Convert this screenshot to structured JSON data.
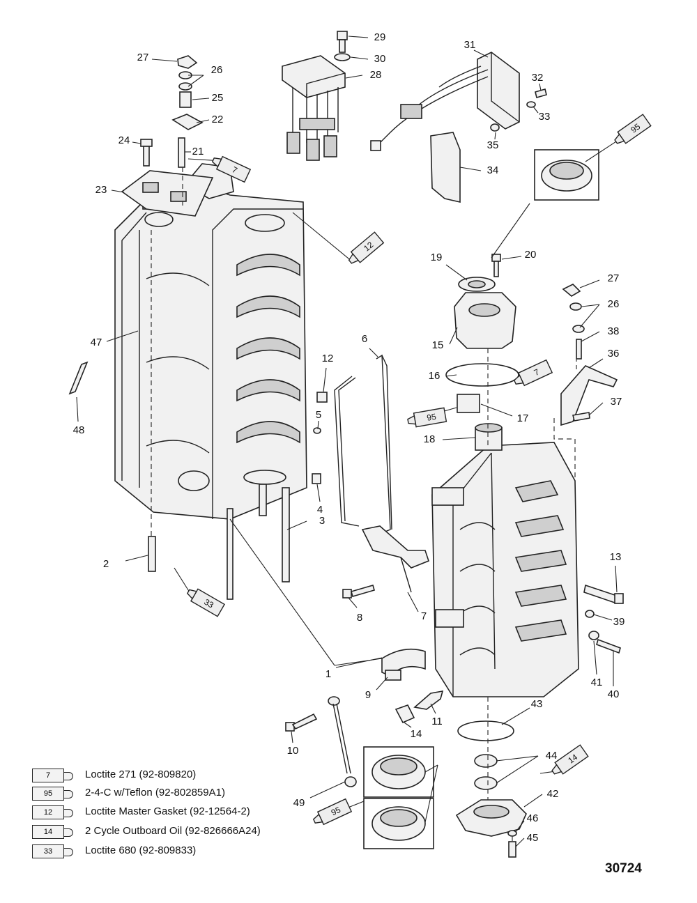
{
  "figure_number": "30724",
  "callouts": [
    {
      "id": "c1",
      "text": "1"
    },
    {
      "id": "c2",
      "text": "2"
    },
    {
      "id": "c3",
      "text": "3"
    },
    {
      "id": "c4",
      "text": "4"
    },
    {
      "id": "c5",
      "text": "5"
    },
    {
      "id": "c6",
      "text": "6"
    },
    {
      "id": "c7a",
      "text": "7"
    },
    {
      "id": "c8",
      "text": "8"
    },
    {
      "id": "c9",
      "text": "9"
    },
    {
      "id": "c10",
      "text": "10"
    },
    {
      "id": "c11",
      "text": "11"
    },
    {
      "id": "c12",
      "text": "12"
    },
    {
      "id": "c13",
      "text": "13"
    },
    {
      "id": "c14",
      "text": "14"
    },
    {
      "id": "c15",
      "text": "15"
    },
    {
      "id": "c16",
      "text": "16"
    },
    {
      "id": "c17",
      "text": "17"
    },
    {
      "id": "c18",
      "text": "18"
    },
    {
      "id": "c19",
      "text": "19"
    },
    {
      "id": "c20",
      "text": "20"
    },
    {
      "id": "c21",
      "text": "21"
    },
    {
      "id": "c22",
      "text": "22"
    },
    {
      "id": "c23",
      "text": "23"
    },
    {
      "id": "c24",
      "text": "24"
    },
    {
      "id": "c25",
      "text": "25"
    },
    {
      "id": "c26a",
      "text": "26"
    },
    {
      "id": "c26b",
      "text": "26"
    },
    {
      "id": "c27a",
      "text": "27"
    },
    {
      "id": "c27b",
      "text": "27"
    },
    {
      "id": "c28",
      "text": "28"
    },
    {
      "id": "c29",
      "text": "29"
    },
    {
      "id": "c30",
      "text": "30"
    },
    {
      "id": "c31",
      "text": "31"
    },
    {
      "id": "c32",
      "text": "32"
    },
    {
      "id": "c33",
      "text": "33"
    },
    {
      "id": "c34",
      "text": "34"
    },
    {
      "id": "c35",
      "text": "35"
    },
    {
      "id": "c36",
      "text": "36"
    },
    {
      "id": "c37",
      "text": "37"
    },
    {
      "id": "c38",
      "text": "38"
    },
    {
      "id": "c39",
      "text": "39"
    },
    {
      "id": "c40",
      "text": "40"
    },
    {
      "id": "c41",
      "text": "41"
    },
    {
      "id": "c42",
      "text": "42"
    },
    {
      "id": "c43",
      "text": "43"
    },
    {
      "id": "c44",
      "text": "44"
    },
    {
      "id": "c45",
      "text": "45"
    },
    {
      "id": "c46",
      "text": "46"
    },
    {
      "id": "c47",
      "text": "47"
    },
    {
      "id": "c48",
      "text": "48"
    },
    {
      "id": "c49",
      "text": "49"
    }
  ],
  "tubes": [
    {
      "id": "t95a",
      "text": "95"
    },
    {
      "id": "t7a",
      "text": "7"
    },
    {
      "id": "t12",
      "text": "12"
    },
    {
      "id": "t7b",
      "text": "7"
    },
    {
      "id": "t95b",
      "text": "95"
    },
    {
      "id": "t33",
      "text": "33"
    },
    {
      "id": "t14",
      "text": "14"
    },
    {
      "id": "t95c",
      "text": "95"
    }
  ],
  "legend": [
    {
      "tube": "7",
      "label": "Loctite 271 (92-809820)"
    },
    {
      "tube": "95",
      "label": "2-4-C w/Teflon (92-802859A1)"
    },
    {
      "tube": "12",
      "label": "Loctite Master Gasket (92-12564-2)"
    },
    {
      "tube": "14",
      "label": "2 Cycle Outboard Oil (92-826666A24)"
    },
    {
      "tube": "33",
      "label": "Loctite 680 (92-809833)"
    }
  ]
}
